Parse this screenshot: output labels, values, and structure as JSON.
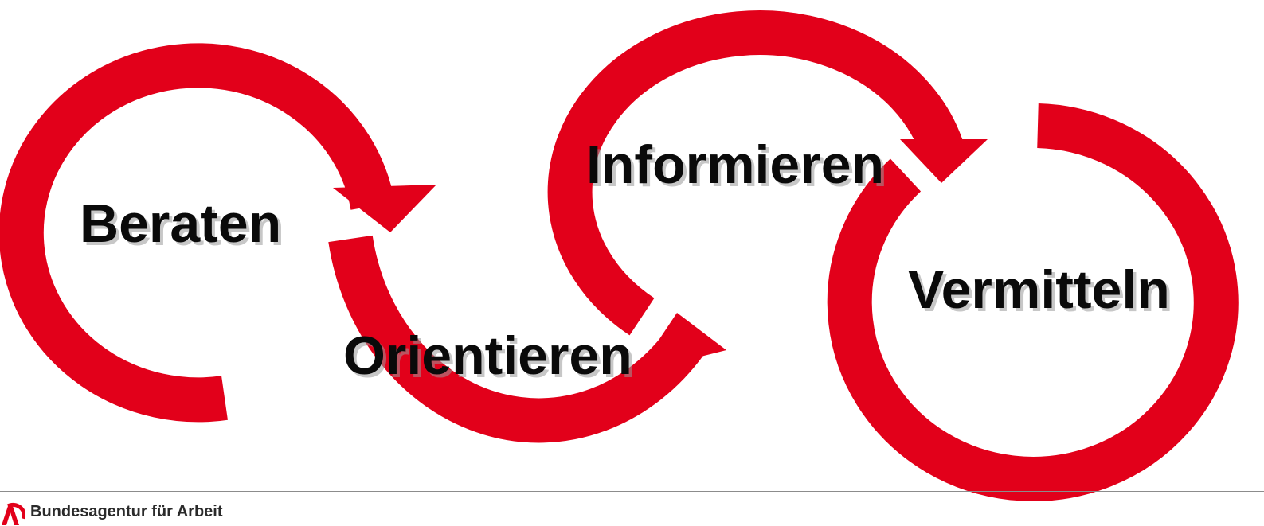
{
  "diagram": {
    "steps": [
      {
        "label": "Beraten"
      },
      {
        "label": "Orientieren"
      },
      {
        "label": "Informieren"
      },
      {
        "label": "Vermitteln"
      }
    ]
  },
  "colors": {
    "arrow": "#e2001a",
    "text": "#0a0a0a",
    "background": "#ffffff"
  },
  "footer": {
    "organization": "Bundesagentur für Arbeit",
    "logo_icon": "ba-logo-icon"
  }
}
